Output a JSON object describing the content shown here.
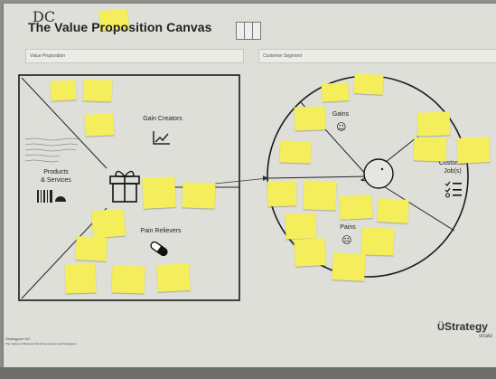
{
  "header": {
    "logo_glyph": "DC",
    "title": "The Value Proposition Canvas"
  },
  "fields": {
    "value_proposition": "Value Proposition",
    "customer_segment": "Customer Segment"
  },
  "square": {
    "gain_creators": "Gain Creators",
    "products_services_line1": "Products",
    "products_services_line2": "& Services",
    "pain_relievers": "Pain Relievers"
  },
  "circle": {
    "gains": "Gains",
    "pains": "Pains",
    "customer_jobs_line1": "Customer",
    "customer_jobs_line2": "Job(s)"
  },
  "footer": {
    "line1": "Strategyzer AG",
    "line2": "The makers of Business Model Generation and Strategyzer",
    "brand": "Strategy",
    "brand_sub": "strate"
  },
  "icons": {
    "logo": "dc-logo-icon",
    "copy": "copy-icon",
    "gain_chart": "chart-up-icon",
    "gift": "gift-icon",
    "barcode": "barcode-icon",
    "pill": "pill-icon",
    "smile": "smile-icon",
    "frown": "frown-icon",
    "checklist": "checklist-icon",
    "face": "face-profile-icon"
  },
  "colors": {
    "sticky": "#f4ee5c",
    "board": "#dedfd9",
    "ink": "#222222"
  }
}
